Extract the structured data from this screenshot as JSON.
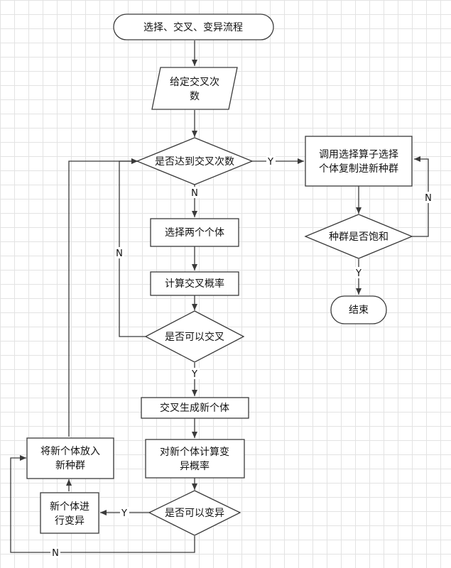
{
  "nodes": {
    "start": "选择、交叉、变异流程",
    "input_times": [
      "给定交叉次",
      "数"
    ],
    "check_count": "是否达到交叉次数",
    "select_two": "选择两个个体",
    "calc_prob": "计算交叉概率",
    "can_cross": "是否可以交叉",
    "generate": "交叉生成新个体",
    "mut_prob": [
      "对新个体计算变",
      "异概率"
    ],
    "can_mutate": "是否可以变异",
    "mutate": [
      "新个体进",
      "行变异"
    ],
    "put_back": [
      "将新个体放入",
      "新种群"
    ],
    "copy_op": [
      "调用选择算子选择",
      "个体复制进新种群"
    ],
    "saturated": "种群是否饱和",
    "end": "结束"
  },
  "edge_labels": {
    "count_yes": "Y",
    "count_no": "N",
    "cross_no": "N",
    "cross_yes": "Y",
    "mutate_yes": "Y",
    "mutate_no": "N",
    "saturated_no": "N",
    "saturated_yes": "Y"
  },
  "colors": {
    "line": "#3a3a3a",
    "grid": "#e3e3e3",
    "fill": "#ffffff"
  }
}
